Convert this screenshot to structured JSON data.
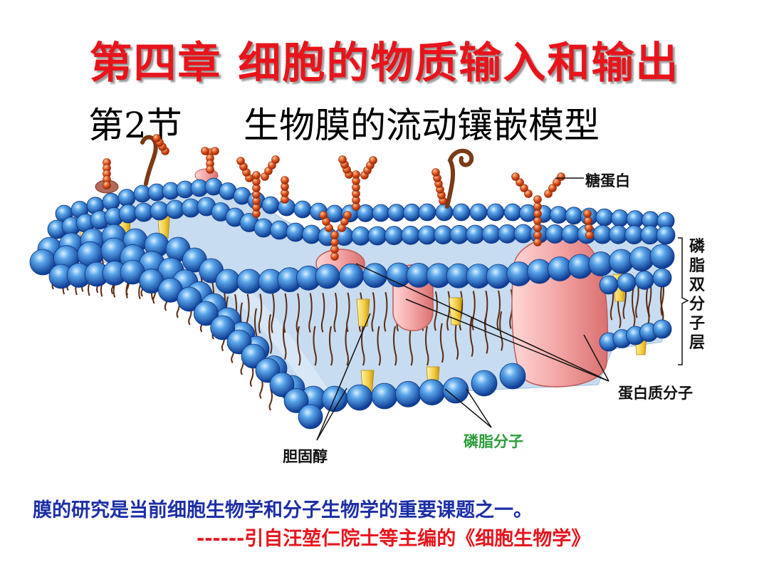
{
  "title": "第四章  细胞的物质输入和输出",
  "section": {
    "number": "第2节",
    "name": "生物膜的流动镶嵌模型"
  },
  "labels": {
    "glycoprotein": "糖蛋白",
    "bilayer": "磷脂双分子层",
    "protein": "蛋白质分子",
    "phospholipid": "磷脂分子",
    "cholesterol": "胆固醇"
  },
  "footer": {
    "line1": "膜的研究是当前细胞生物学和分子生物学的重要课题之一。",
    "line2": "------引自汪堃仁院士等主编的《细胞生物学》"
  },
  "colors": {
    "title": "#e8141c",
    "phosphate_head": "#2f7fd0",
    "protein": "#f3a4a4",
    "sugar_chain": "#e0521c",
    "cholesterol": "#f3cc3e",
    "core": "#c7dcf0",
    "footer_blue": "#1c2fa6",
    "phospholipid_label": "#2c9e3a"
  }
}
